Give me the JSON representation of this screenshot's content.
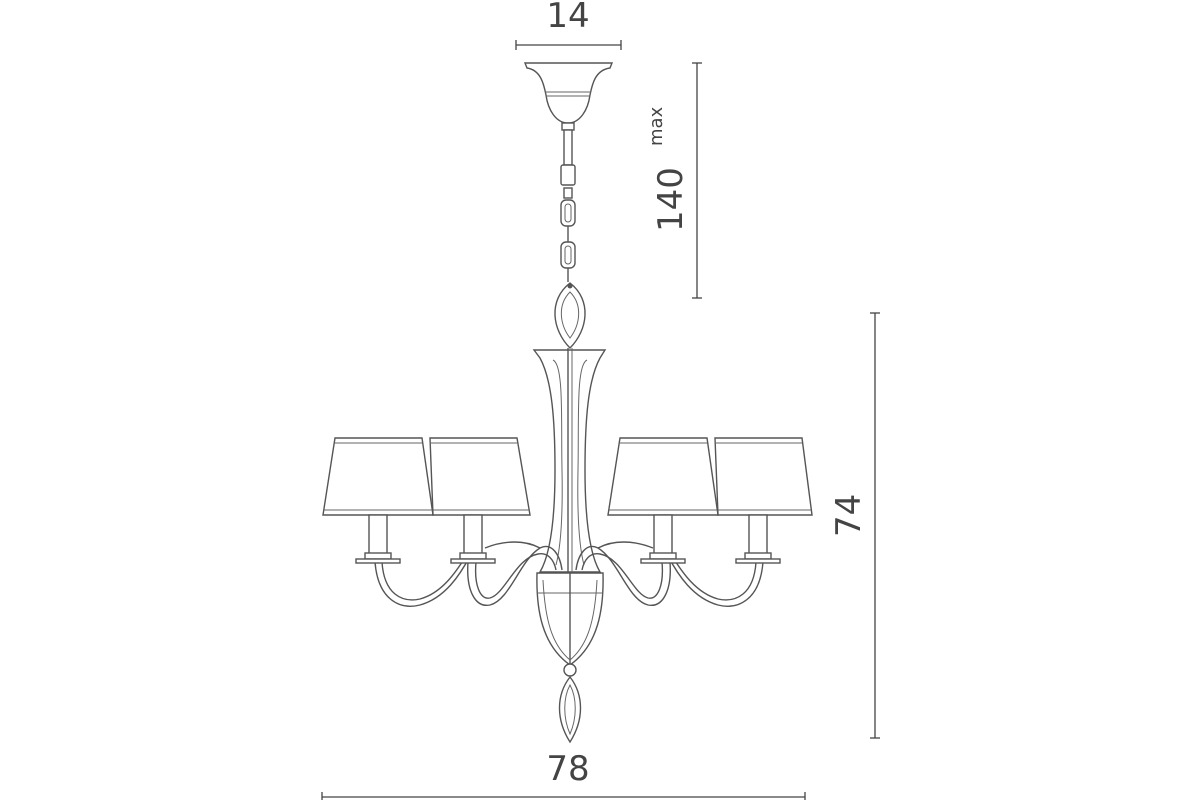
{
  "diagram": {
    "subject": "chandelier",
    "dimensions": {
      "canopy_width": "14",
      "max_height": "140",
      "max_suffix": "max",
      "body_height": "74",
      "overall_width": "78"
    },
    "line_color": "#555555",
    "background": "#ffffff"
  }
}
